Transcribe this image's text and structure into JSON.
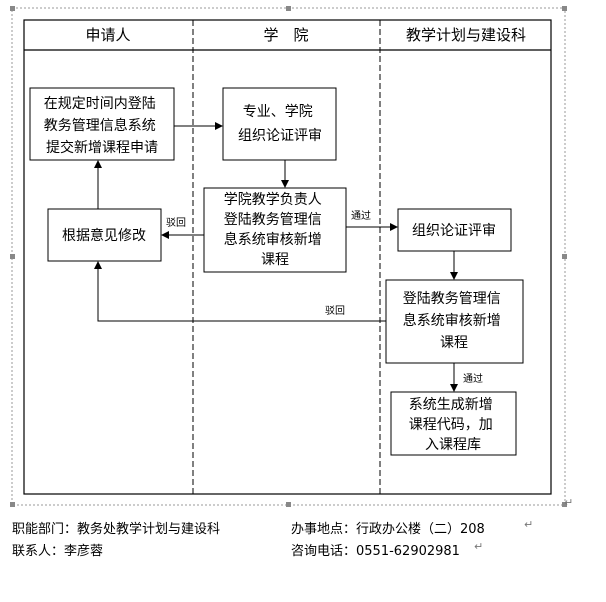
{
  "lanes": [
    "申请人",
    "学　院",
    "教学计划与建设科"
  ],
  "boxes": {
    "submit": [
      "在规定时间内登陆",
      "教务管理信息系统",
      "提交新增课程申请"
    ],
    "college_review": [
      "专业、学院",
      "组织论证评审"
    ],
    "college_system": [
      "学院教学负责人",
      "登陆教务管理信",
      "息系统审核新增",
      "课程"
    ],
    "revise": [
      "根据意见修改"
    ],
    "org_review": [
      "组织论证评审"
    ],
    "office_system": [
      "登陆教务管理信",
      "息系统审核新增",
      "课程"
    ],
    "generate": [
      "系统生成新增",
      "课程代码，加",
      "入课程库"
    ]
  },
  "edge_labels": {
    "reject_1": "驳回",
    "pass_1": "通过",
    "reject_2": "驳回",
    "pass_2": "通过"
  },
  "footer": {
    "dept": "职能部门：教务处教学计划与建设科",
    "location": "办事地点：行政办公楼（二）208",
    "contact": "联系人：李彦蓉",
    "phone": "咨询电话：0551-62902981",
    "mark": "↵"
  }
}
